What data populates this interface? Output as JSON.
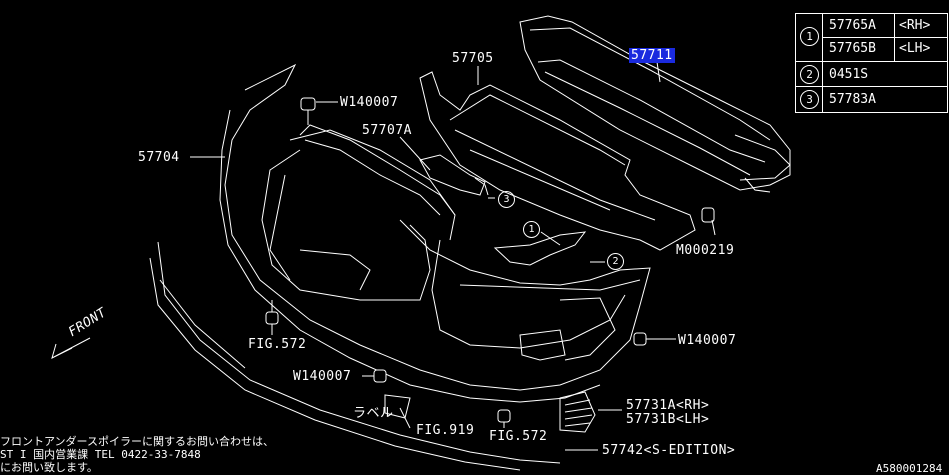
{
  "parts": {
    "p57711": "57711",
    "p57705": "57705",
    "w140007_top": "W140007",
    "p57707A": "57707A",
    "p57704": "57704",
    "m000219": "M000219",
    "fig572_left": "FIG.572",
    "w140007_right": "W140007",
    "w140007_bottom": "W140007",
    "rabel": "ラベル",
    "fig919": "FIG.919",
    "fig572_bottom": "FIG.572",
    "p57731A": "57731A<RH>",
    "p57731B": "57731B<LH>",
    "p57742": "57742<S-EDITION>",
    "front": "FRONT"
  },
  "callouts": {
    "c1": "1",
    "c2": "2",
    "c3": "3"
  },
  "legend": {
    "rows": [
      {
        "num": "1",
        "part_a": "57765A",
        "side_a": "<RH>",
        "part_b": "57765B",
        "side_b": "<LH>"
      },
      {
        "num": "2",
        "part": "0451S"
      },
      {
        "num": "3",
        "part": "57783A"
      }
    ]
  },
  "footer": {
    "line1": "フロントアンダースポイラーに関するお問い合わせは、",
    "line2": "ST I 国内営業課  TEL  0422-33-7848",
    "line3": "にお問い致します。",
    "code": "A580001284"
  },
  "colors": {
    "background": "#000000",
    "line": "#ffffff",
    "highlight": "#1a2adf"
  }
}
